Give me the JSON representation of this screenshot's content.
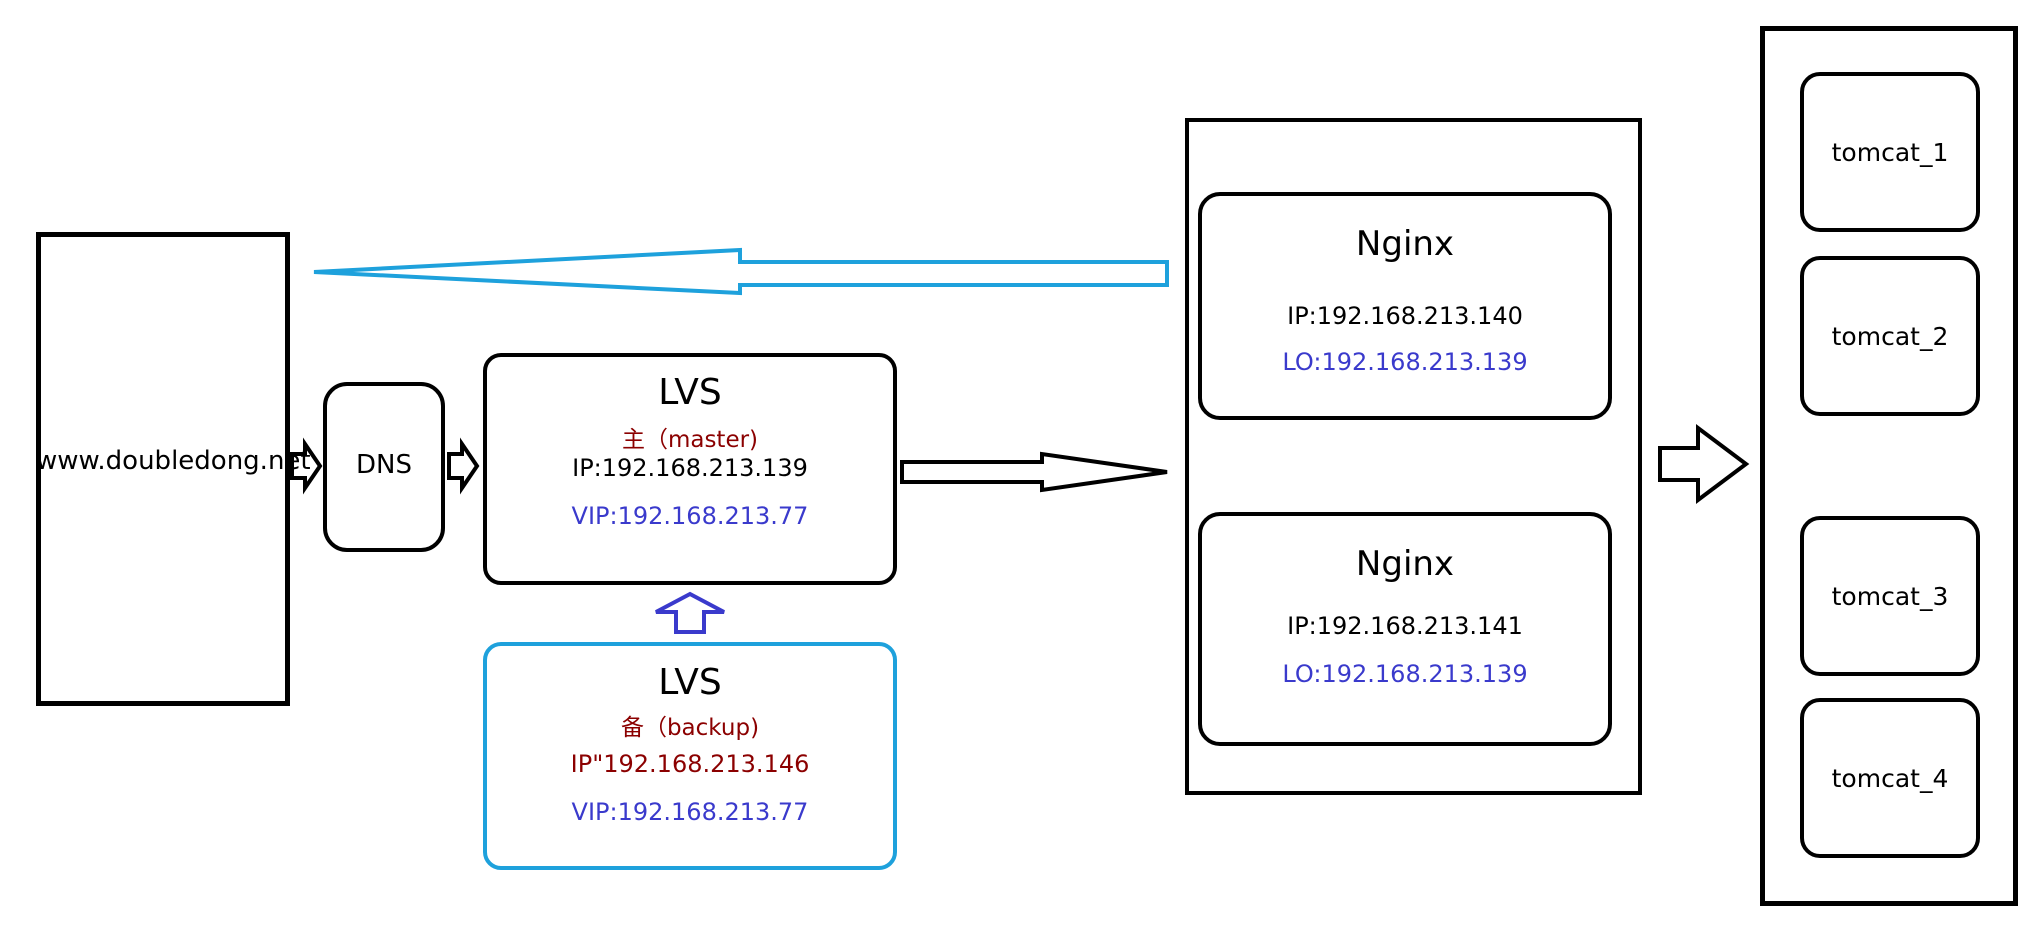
{
  "client": {
    "label": "www.doubledong.net"
  },
  "dns": {
    "label": "DNS"
  },
  "lvs_master": {
    "title": "LVS",
    "role": "主（master)",
    "ip": "IP:192.168.213.139",
    "vip": "VIP:192.168.213.77"
  },
  "lvs_backup": {
    "title": "LVS",
    "role": "备（backup)",
    "ip": "IP\"192.168.213.146",
    "vip": "VIP:192.168.213.77"
  },
  "nginx": [
    {
      "title": "Nginx",
      "ip": "IP:192.168.213.140",
      "lo": "LO:192.168.213.139"
    },
    {
      "title": "Nginx",
      "ip": "IP:192.168.213.141",
      "lo": "LO:192.168.213.139"
    }
  ],
  "tomcats": [
    {
      "label": "tomcat_1"
    },
    {
      "label": "tomcat_2"
    },
    {
      "label": "tomcat_3"
    },
    {
      "label": "tomcat_4"
    }
  ],
  "colors": {
    "outline": "#000000",
    "backup_border": "#1ea1dc",
    "return_arrow": "#1ea1dc",
    "failover_arrow": "#3a3acc",
    "role_text": "#8b0000",
    "vip_text": "#3a3acc"
  }
}
